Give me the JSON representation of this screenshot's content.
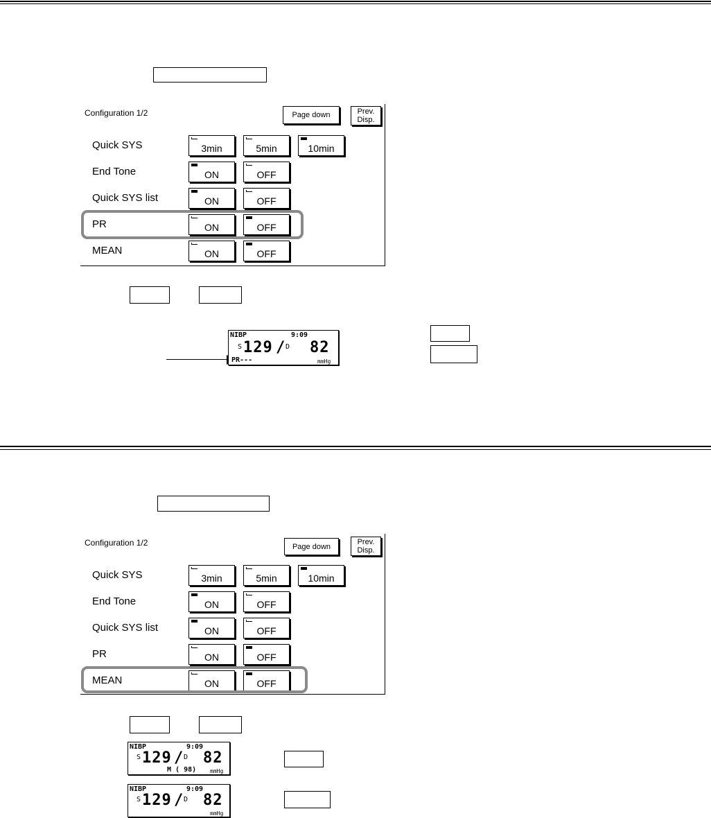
{
  "config_panel": {
    "title": "Configuration 1/2",
    "page_down": "Page down",
    "prev_disp": [
      "Prev.",
      "Disp."
    ],
    "rows": [
      {
        "label": "Quick SYS",
        "options": [
          "3min",
          "5min",
          "10min"
        ],
        "selected": 2
      },
      {
        "label": "End Tone",
        "options": [
          "ON",
          "OFF"
        ],
        "selected": 0
      },
      {
        "label": "Quick SYS list",
        "options": [
          "ON",
          "OFF"
        ],
        "selected": 0
      },
      {
        "label": "PR",
        "options": [
          "ON",
          "OFF"
        ],
        "selected": 1
      },
      {
        "label": "MEAN",
        "options": [
          "ON",
          "OFF"
        ],
        "selected": 1
      }
    ]
  },
  "section1": {
    "highlighted_row": "PR"
  },
  "section2": {
    "highlighted_row": "MEAN"
  },
  "lcd": {
    "header": "NIBP",
    "time": "9:09",
    "sys_label": "S",
    "sys_value": "129",
    "dia_label": "D",
    "dia_value": "82",
    "unit": "mmHg",
    "pr_readout": "PR---",
    "mean_readout": "M ( 98)"
  },
  "colors": {
    "highlight": "#8a8a8a",
    "ink": "#000000"
  }
}
